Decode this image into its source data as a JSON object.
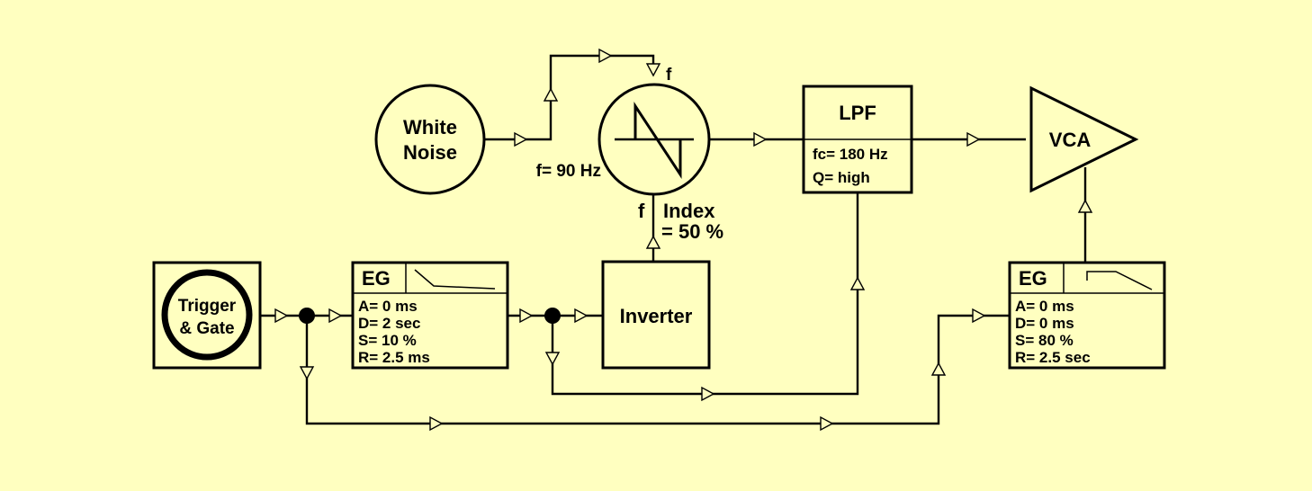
{
  "colors": {
    "background": "#ffffc0",
    "ink": "#000000"
  },
  "white_noise": {
    "line1": "White",
    "line2": "Noise"
  },
  "oscillator": {
    "icon": "sawtooth-wave-icon",
    "freq_input_label": "f",
    "freq_value": "f= 90 Hz",
    "mod_input_label": "f",
    "index_label": "Index",
    "index_value": "= 50 %"
  },
  "lpf": {
    "title": "LPF",
    "fc": "fc= 180 Hz",
    "q": "Q= high"
  },
  "vca": {
    "label": "VCA"
  },
  "trigger": {
    "line1": "Trigger",
    "line2": "& Gate"
  },
  "eg1": {
    "title": "EG",
    "envelope_icon": "decay-envelope-icon",
    "params": [
      "A= 0 ms",
      "D= 2 sec",
      "S= 10 %",
      "R= 2.5 ms"
    ]
  },
  "inverter": {
    "label": "Inverter"
  },
  "eg2": {
    "title": "EG",
    "envelope_icon": "sustain-envelope-icon",
    "params": [
      "A= 0 ms",
      "D= 0 ms",
      "S= 80 %",
      "R= 2.5 sec"
    ]
  }
}
